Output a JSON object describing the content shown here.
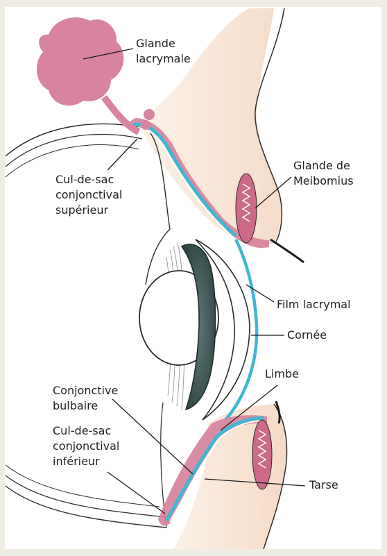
{
  "labels": {
    "glande_lacrymale": "Glande\nlacrymale",
    "glande_meibomius": "Glande de\nMeibomius",
    "cul_de_sac_superieur": "Cul-de-sac\nconjonctival\nsupérieur",
    "film_lacrymal": "Film lacrymal",
    "cornee": "Cornée",
    "limbe": "Limbe",
    "conjonctive_bulbaire": "Conjonctive\nbulbaire",
    "cul_de_sac_inferieur": "Cul-de-sac\nconjonctival\ninférieur",
    "tarse": "Tarse"
  },
  "colors": {
    "background": "#efece3",
    "skin": "#f6dcc6",
    "conjunctiva": "#d67f9b",
    "gland": "#cc6a88",
    "tear_film": "#3fb6d3",
    "iris": "#3d5654",
    "outline": "#2a2a2a"
  }
}
